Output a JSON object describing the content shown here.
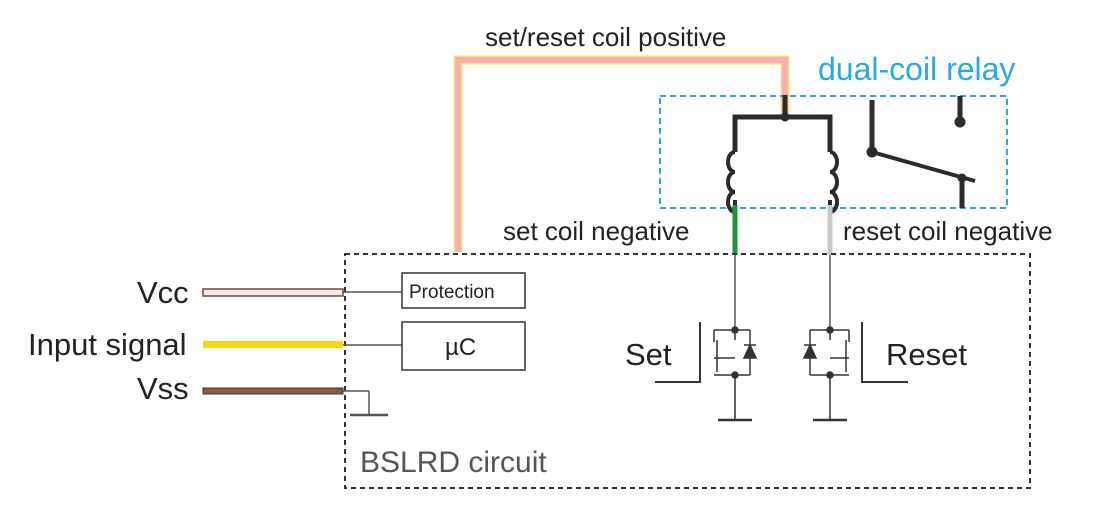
{
  "labels": {
    "top_wire": "set/reset coil positive",
    "relay": "dual-coil relay",
    "set_coil_negative": "set coil negative",
    "reset_coil_negative": "reset coil negative",
    "vcc": "Vcc",
    "input_signal": "Input signal",
    "vss": "Vss",
    "protection": "Protection",
    "uc": "µC",
    "set": "Set",
    "reset": "Reset",
    "circuit": "BSLRD circuit"
  },
  "colors": {
    "positive_wire": "#f6b0b0",
    "positive_wire_edge": "#f7e27a",
    "set_negative_wire": "#1a9a3a",
    "reset_negative_wire": "#c8c8c8",
    "input_wire": "#f5d80f",
    "vcc_wire": "#f6e9e9",
    "vss_wire": "#8a5a3a",
    "relay_box": "#29a9e0",
    "relay_text": "#29a9e0",
    "circuit_text": "#555555"
  }
}
